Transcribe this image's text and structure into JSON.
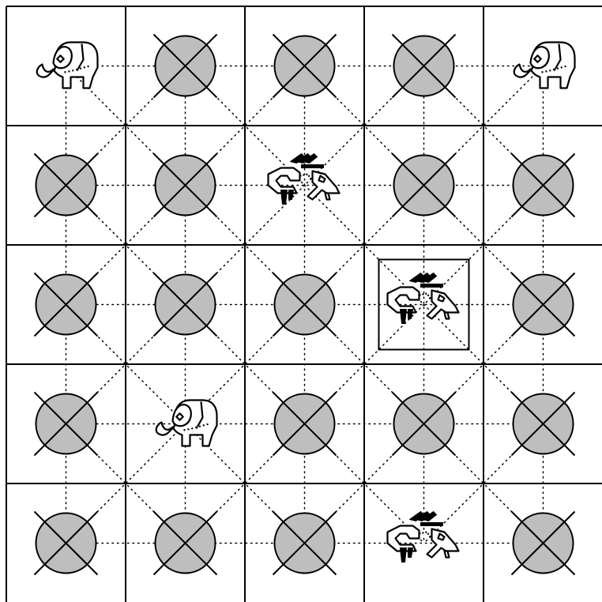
{
  "board": {
    "rows": 5,
    "cols": 5,
    "empty_marker": "blocked-circle-icon",
    "selected": {
      "row": 2,
      "col": 3
    },
    "cells": [
      [
        "elephant",
        "empty",
        "empty",
        "empty",
        "elephant"
      ],
      [
        "empty",
        "empty",
        "dragon",
        "empty",
        "empty"
      ],
      [
        "empty",
        "empty",
        "empty",
        "dragon",
        "empty"
      ],
      [
        "empty",
        "elephant",
        "empty",
        "empty",
        "empty"
      ],
      [
        "empty",
        "empty",
        "empty",
        "dragon",
        "empty"
      ]
    ]
  },
  "colors": {
    "background": "#ffffff",
    "grid_line": "#000000",
    "dot_line": "#000000",
    "marker_fill": "#bebebe",
    "marker_stroke": "#000000"
  },
  "icons": {
    "elephant": "elephant-icon",
    "dragon": "dragon-icon",
    "empty": "blocked-circle-icon"
  }
}
